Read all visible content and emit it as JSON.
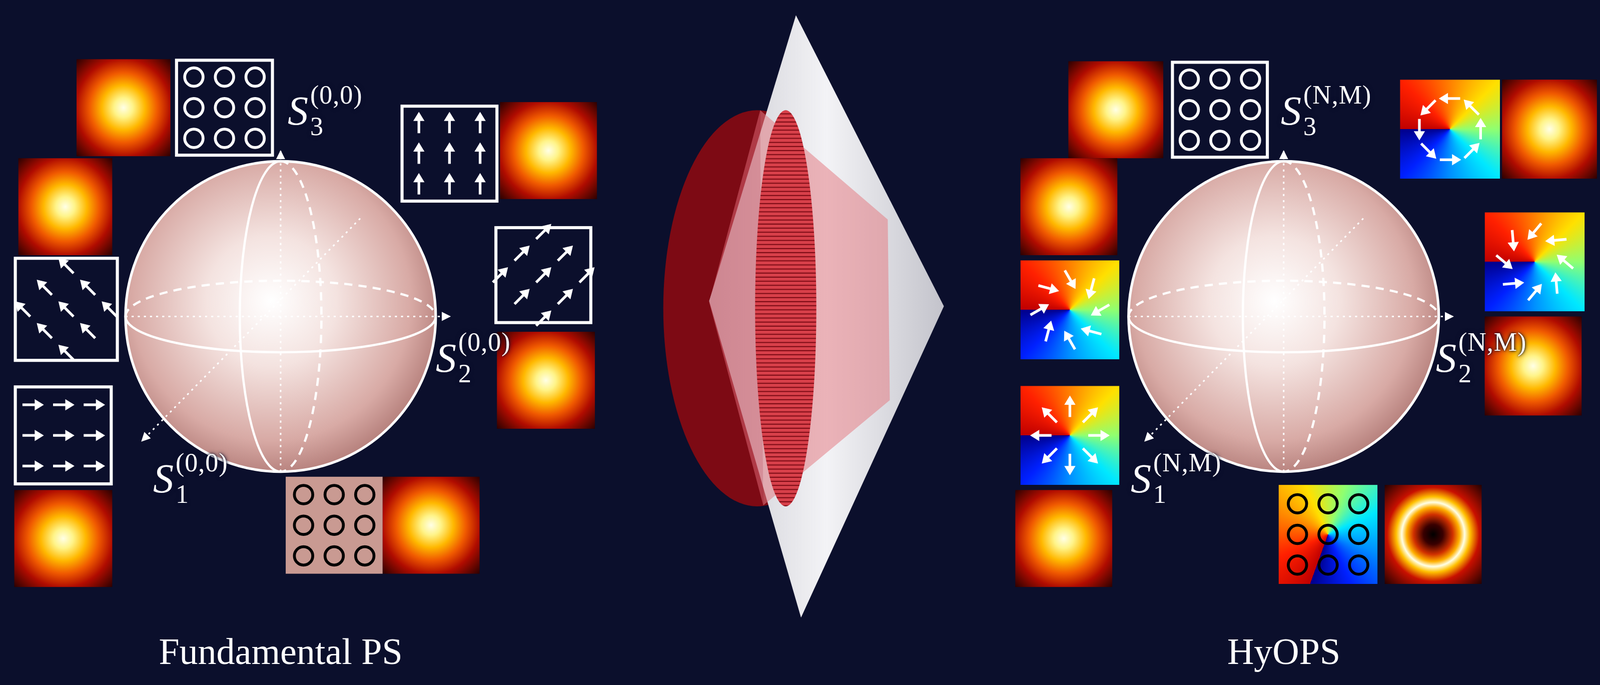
{
  "diagram": {
    "labels": [
      "S",
      "3",
      "(0,0)",
      "S",
      "2",
      "(0,0)",
      "S",
      "1",
      "(0,0)",
      "S",
      "3",
      "(N,M)",
      "S",
      "2",
      "(N,M)",
      "S",
      "1",
      "(N,M)",
      "Fundamental PS",
      "HyOPS"
    ]
  }
}
